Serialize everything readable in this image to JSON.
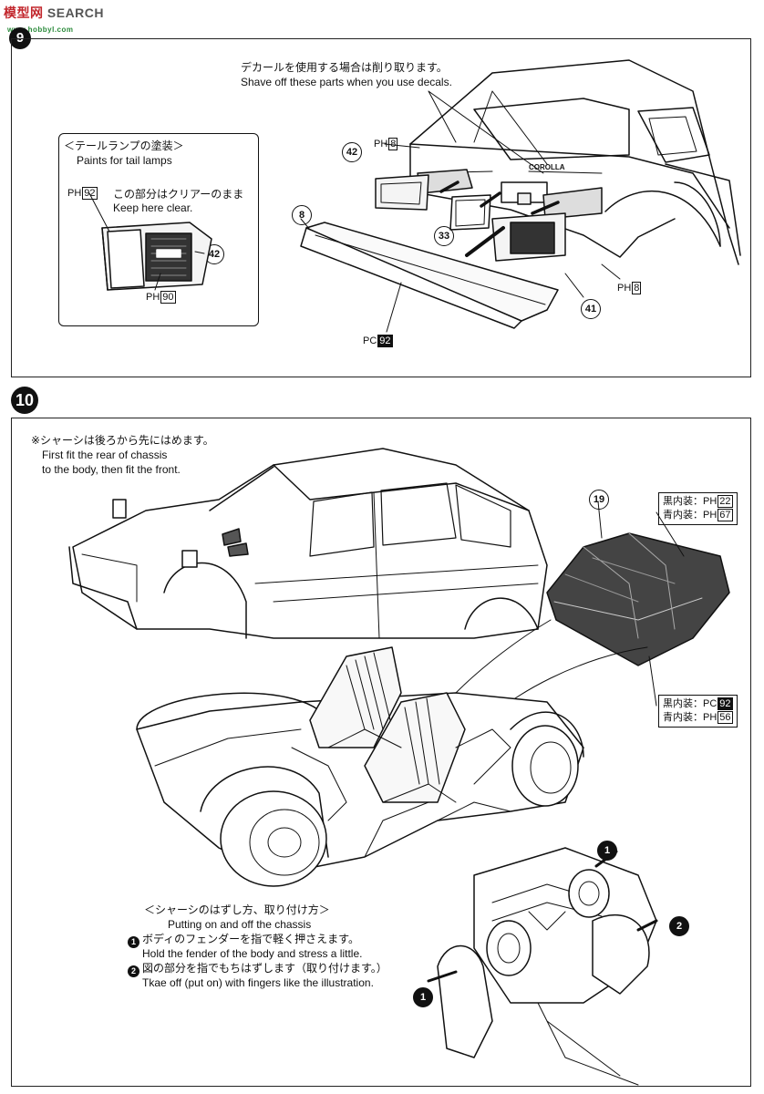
{
  "watermark": {
    "brand_cn": "模型网",
    "brand_en": "SEARCH",
    "site": "www.hobbyl.com"
  },
  "step9": {
    "number": "9",
    "decal_note_jp": "デカールを使用する場合は削り取ります。",
    "decal_note_en": "Shave off these parts when you use decals.",
    "inset": {
      "title_jp": "＜テールランプの塗装＞",
      "title_en": "Paints for tail lamps",
      "clear_jp": "この部分はクリアーのまま",
      "clear_en": "Keep here clear.",
      "paint_top": {
        "prefix": "PH",
        "code": "92"
      },
      "paint_bottom": {
        "prefix": "PH",
        "code": "90"
      },
      "part": "42"
    },
    "parts": {
      "p42": "42",
      "p8": "8",
      "p33": "33",
      "p41": "41"
    },
    "paint_upper": {
      "prefix": "PH",
      "code": "8"
    },
    "paint_right": {
      "prefix": "PH",
      "code": "8"
    },
    "paint_bumper": {
      "prefix": "PC",
      "code": "92"
    },
    "plate_text": "COROLLA"
  },
  "step10": {
    "number": "10",
    "note_jp": "※シャーシは後ろから先にはめます。",
    "note_en_1": "First fit the rear of chassis",
    "note_en_2": "to the body, then fit the front.",
    "seat_part": "19",
    "seat_top_paint": [
      {
        "label": "黒内装：",
        "prefix": "PH",
        "code": "22"
      },
      {
        "label": "青内装：",
        "prefix": "PH",
        "code": "67"
      }
    ],
    "seat_bottom_paint": [
      {
        "label": "黒内装：",
        "prefix": "PC",
        "code": "92"
      },
      {
        "label": "青内装：",
        "prefix": "PH",
        "code": "56"
      }
    ],
    "howto": {
      "title_jp": "＜シャーシのはずし方、取り付け方＞",
      "title_en": "Putting on and off the chassis",
      "step1_num": "1",
      "step1_jp": "ボディのフェンダーを指で軽く押さえます。",
      "step1_en": "Hold the fender of the body and stress a little.",
      "step2_num": "2",
      "step2_jp": "図の部分を指でもちはずします（取り付けます。）",
      "step2_en": "Tkae off (put on) with fingers like the illustration."
    },
    "marker1": "1",
    "marker2": "2"
  }
}
